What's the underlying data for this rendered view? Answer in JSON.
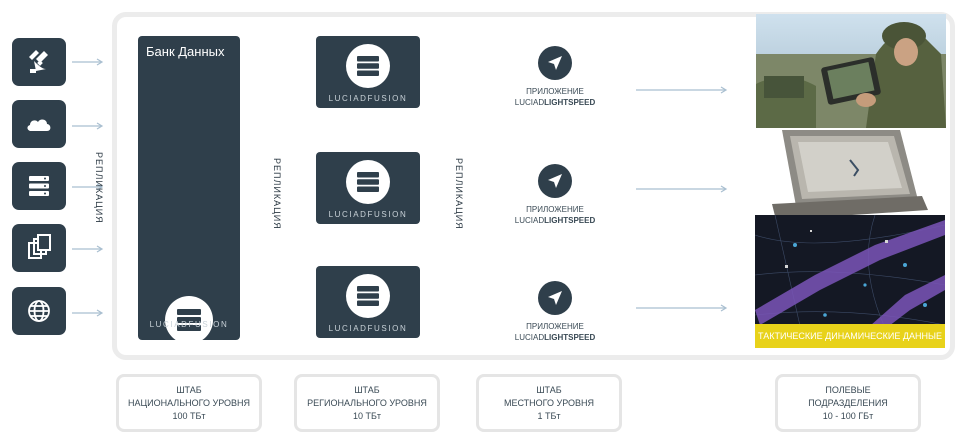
{
  "bank": {
    "title": "Банк Данных",
    "brand": "LUCIADFUSION"
  },
  "replication": "РЕПЛИКАЦИЯ",
  "fusion_nodes": [
    {
      "brand": "LUCIADFUSION"
    },
    {
      "brand": "LUCIADFUSION"
    },
    {
      "brand": "LUCIADFUSION"
    }
  ],
  "apps": [
    {
      "line1": "ПРИЛОЖЕНИЕ",
      "brand_a": "LUCIAD",
      "brand_b": "LIGHTSPEED"
    },
    {
      "line1": "ПРИЛОЖЕНИЕ",
      "brand_a": "LUCIAD",
      "brand_b": "LIGHTSPEED"
    },
    {
      "line1": "ПРИЛОЖЕНИЕ",
      "brand_a": "LUCIAD",
      "brand_b": "LIGHTSPEED"
    }
  ],
  "sources": [
    {
      "icon": "satellite-icon"
    },
    {
      "icon": "cloud-icon"
    },
    {
      "icon": "server-icon"
    },
    {
      "icon": "documents-icon"
    },
    {
      "icon": "globe-icon"
    }
  ],
  "map_caption": "ТАКТИЧЕСКИЕ ДИНАМИЧЕСКИЕ ДАННЫЕ",
  "levels": [
    {
      "line1": "ШТАБ",
      "line2": "НАЦИОНАЛЬНОГО УРОВНЯ",
      "size": "100 ТБт"
    },
    {
      "line1": "ШТАБ",
      "line2": "РЕГИОНАЛЬНОГО УРОВНЯ",
      "size": "10 ТБт"
    },
    {
      "line1": "ШТАБ",
      "line2": "МЕСТНОГО УРОВНЯ",
      "size": "1 ТБт"
    },
    {
      "line1": "ПОЛЕВЫЕ",
      "line2": "ПОДРАЗДЕЛЕНИЯ",
      "size": "10 - 100 ГБт"
    }
  ],
  "colors": {
    "dark_tile": "#2f3f4b",
    "arrow": "#a9bfd0",
    "frame": "#ececec",
    "map_caption_bg": "#e8d21a"
  }
}
